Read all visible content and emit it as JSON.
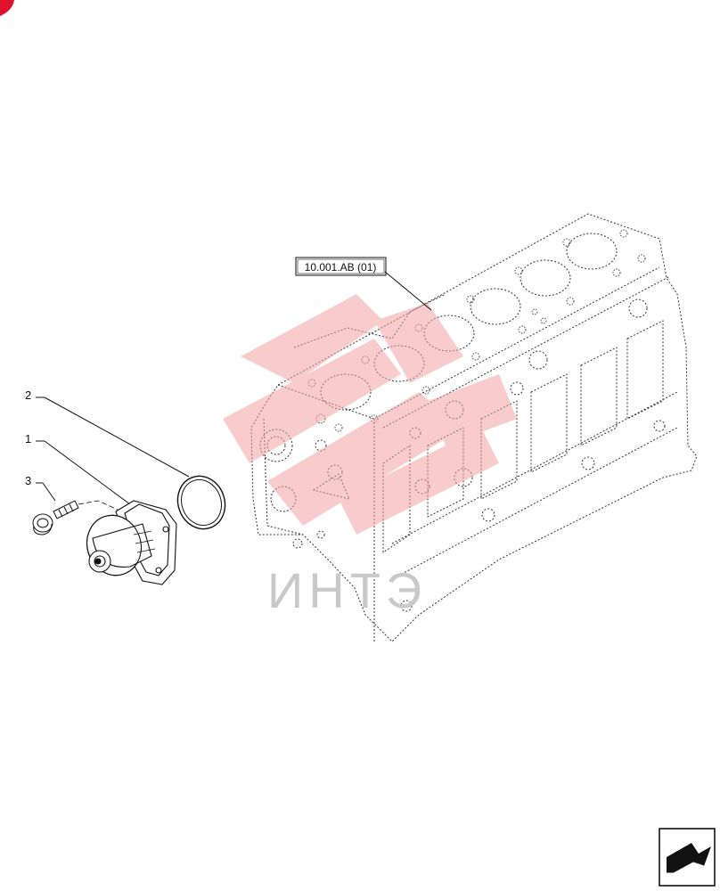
{
  "diagram": {
    "reference_label": "10.001.AB (01)",
    "callouts": [
      {
        "number": "1",
        "part": "water-pump"
      },
      {
        "number": "2",
        "part": "o-ring-seal"
      },
      {
        "number": "3",
        "part": "bolt"
      }
    ],
    "watermark_text": "ИНТЭ",
    "colors": {
      "line": "#222222",
      "watermark": "#f3a3a3",
      "corner_mark": "#e0102f"
    }
  },
  "nav": {
    "next_page_icon": "arrow-next-page-icon"
  }
}
